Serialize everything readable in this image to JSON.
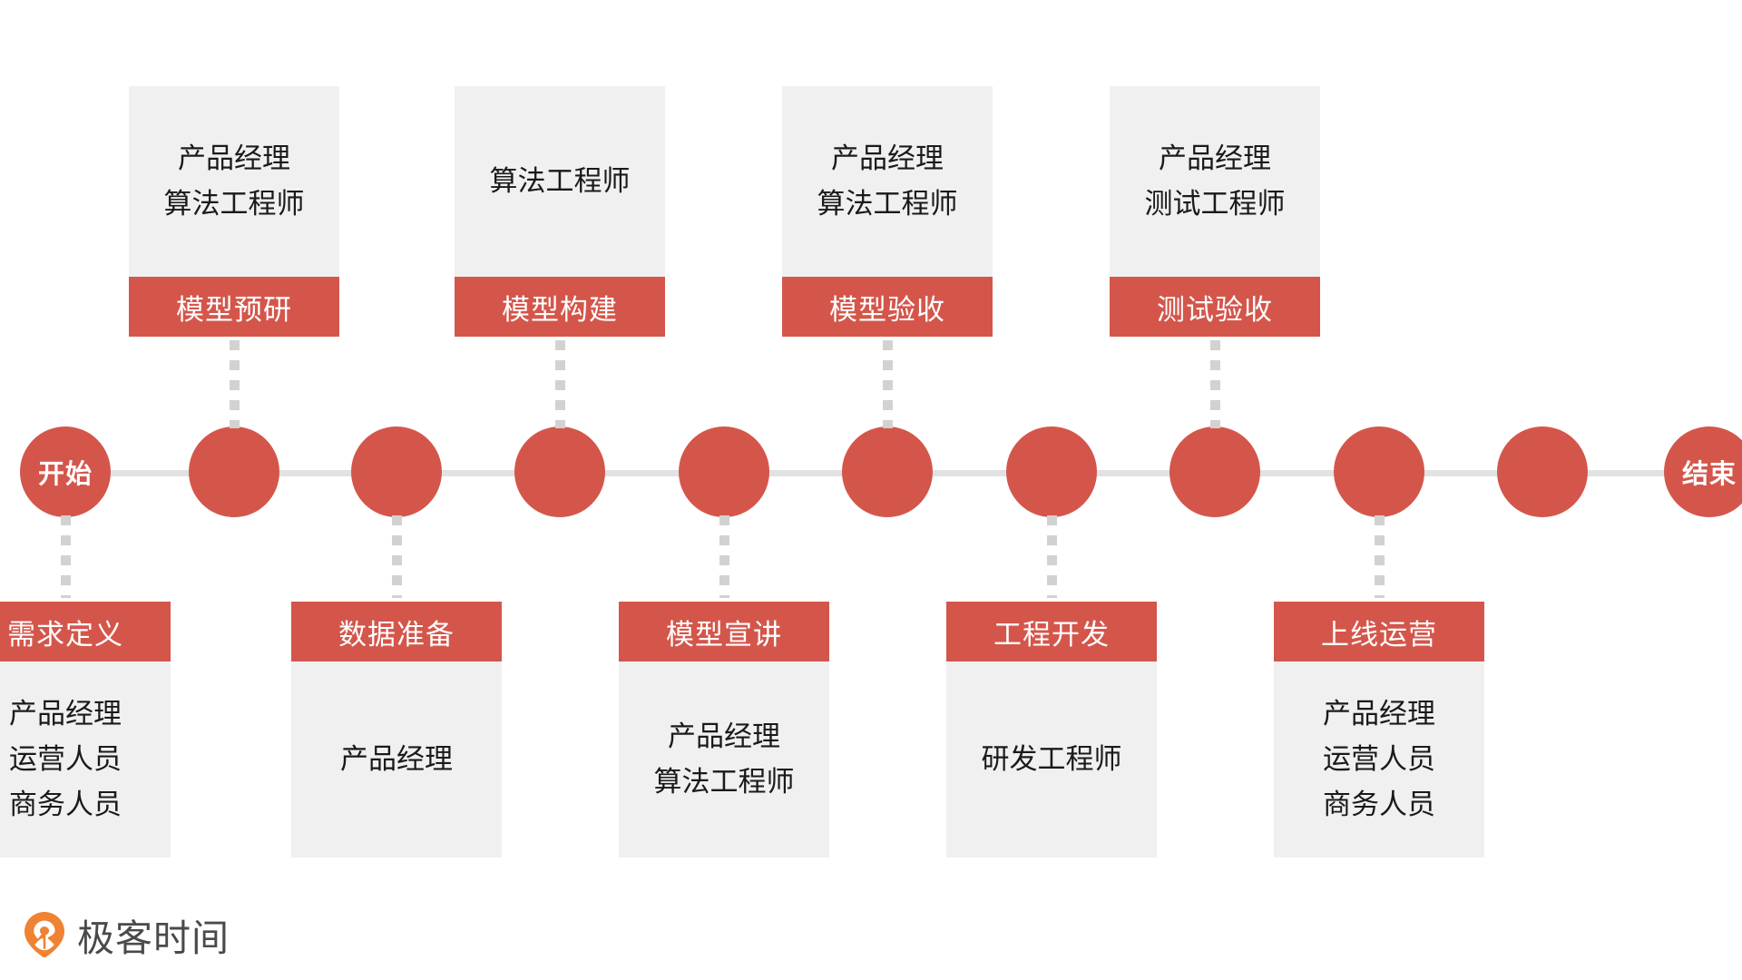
{
  "timeline": {
    "start_label": "开始",
    "end_label": "结束",
    "node_color": "#d4564b",
    "axis_color": "#e2e2e2",
    "connector_color": "#d2d2d2",
    "card_body_color": "#f0f0f0",
    "total_nodes": 11
  },
  "top_cards": [
    {
      "label": "模型预研",
      "roles": [
        "产品经理",
        "算法工程师"
      ]
    },
    {
      "label": "模型构建",
      "roles": [
        "算法工程师"
      ]
    },
    {
      "label": "模型验收",
      "roles": [
        "产品经理",
        "算法工程师"
      ]
    },
    {
      "label": "测试验收",
      "roles": [
        "产品经理",
        "测试工程师"
      ]
    }
  ],
  "bottom_cards": [
    {
      "label": "需求定义",
      "roles": [
        "产品经理",
        "运营人员",
        "商务人员"
      ]
    },
    {
      "label": "数据准备",
      "roles": [
        "产品经理"
      ]
    },
    {
      "label": "模型宣讲",
      "roles": [
        "产品经理",
        "算法工程师"
      ]
    },
    {
      "label": "工程开发",
      "roles": [
        "研发工程师"
      ]
    },
    {
      "label": "上线运营",
      "roles": [
        "产品经理",
        "运营人员",
        "商务人员"
      ]
    }
  ],
  "logo": {
    "text": "极客时间",
    "mark_color": "#ef8233",
    "text_color": "#4a4a4a"
  }
}
